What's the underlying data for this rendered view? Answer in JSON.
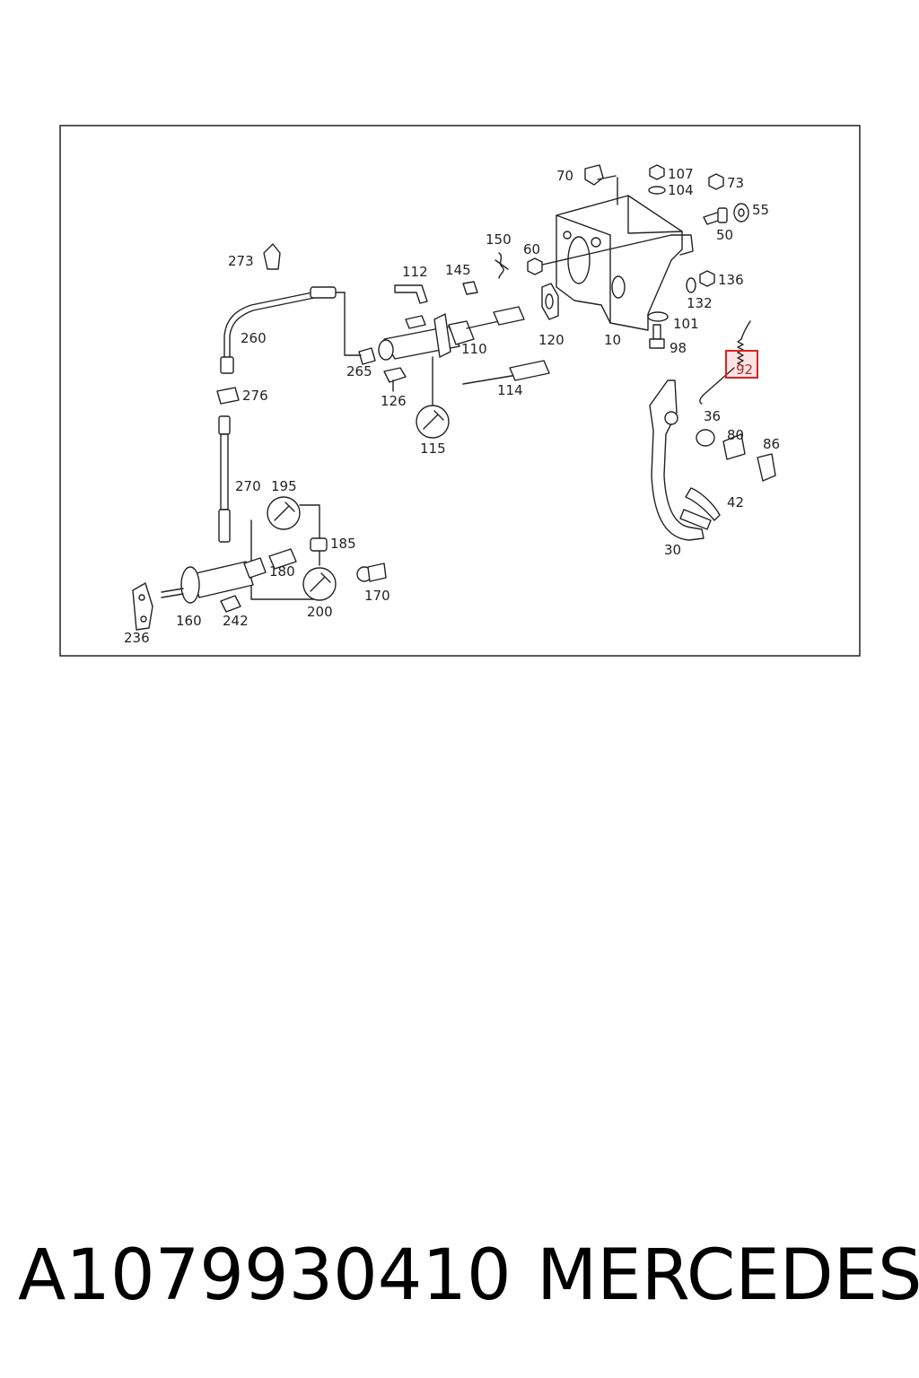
{
  "diagram": {
    "labels": [
      "70",
      "107",
      "104",
      "73",
      "55",
      "50",
      "150",
      "60",
      "273",
      "112",
      "145",
      "136",
      "132",
      "101",
      "98",
      "10",
      "120",
      "110",
      "260",
      "265",
      "126",
      "114",
      "115",
      "92",
      "36",
      "80",
      "86",
      "276",
      "270",
      "195",
      "185",
      "180",
      "170",
      "42",
      "30",
      "160",
      "242",
      "236",
      "200"
    ],
    "highlighted_label": "92",
    "highlight_color": "#e02020"
  },
  "footer": {
    "part_number": "A1079930410",
    "brand": "MERCEDES"
  }
}
